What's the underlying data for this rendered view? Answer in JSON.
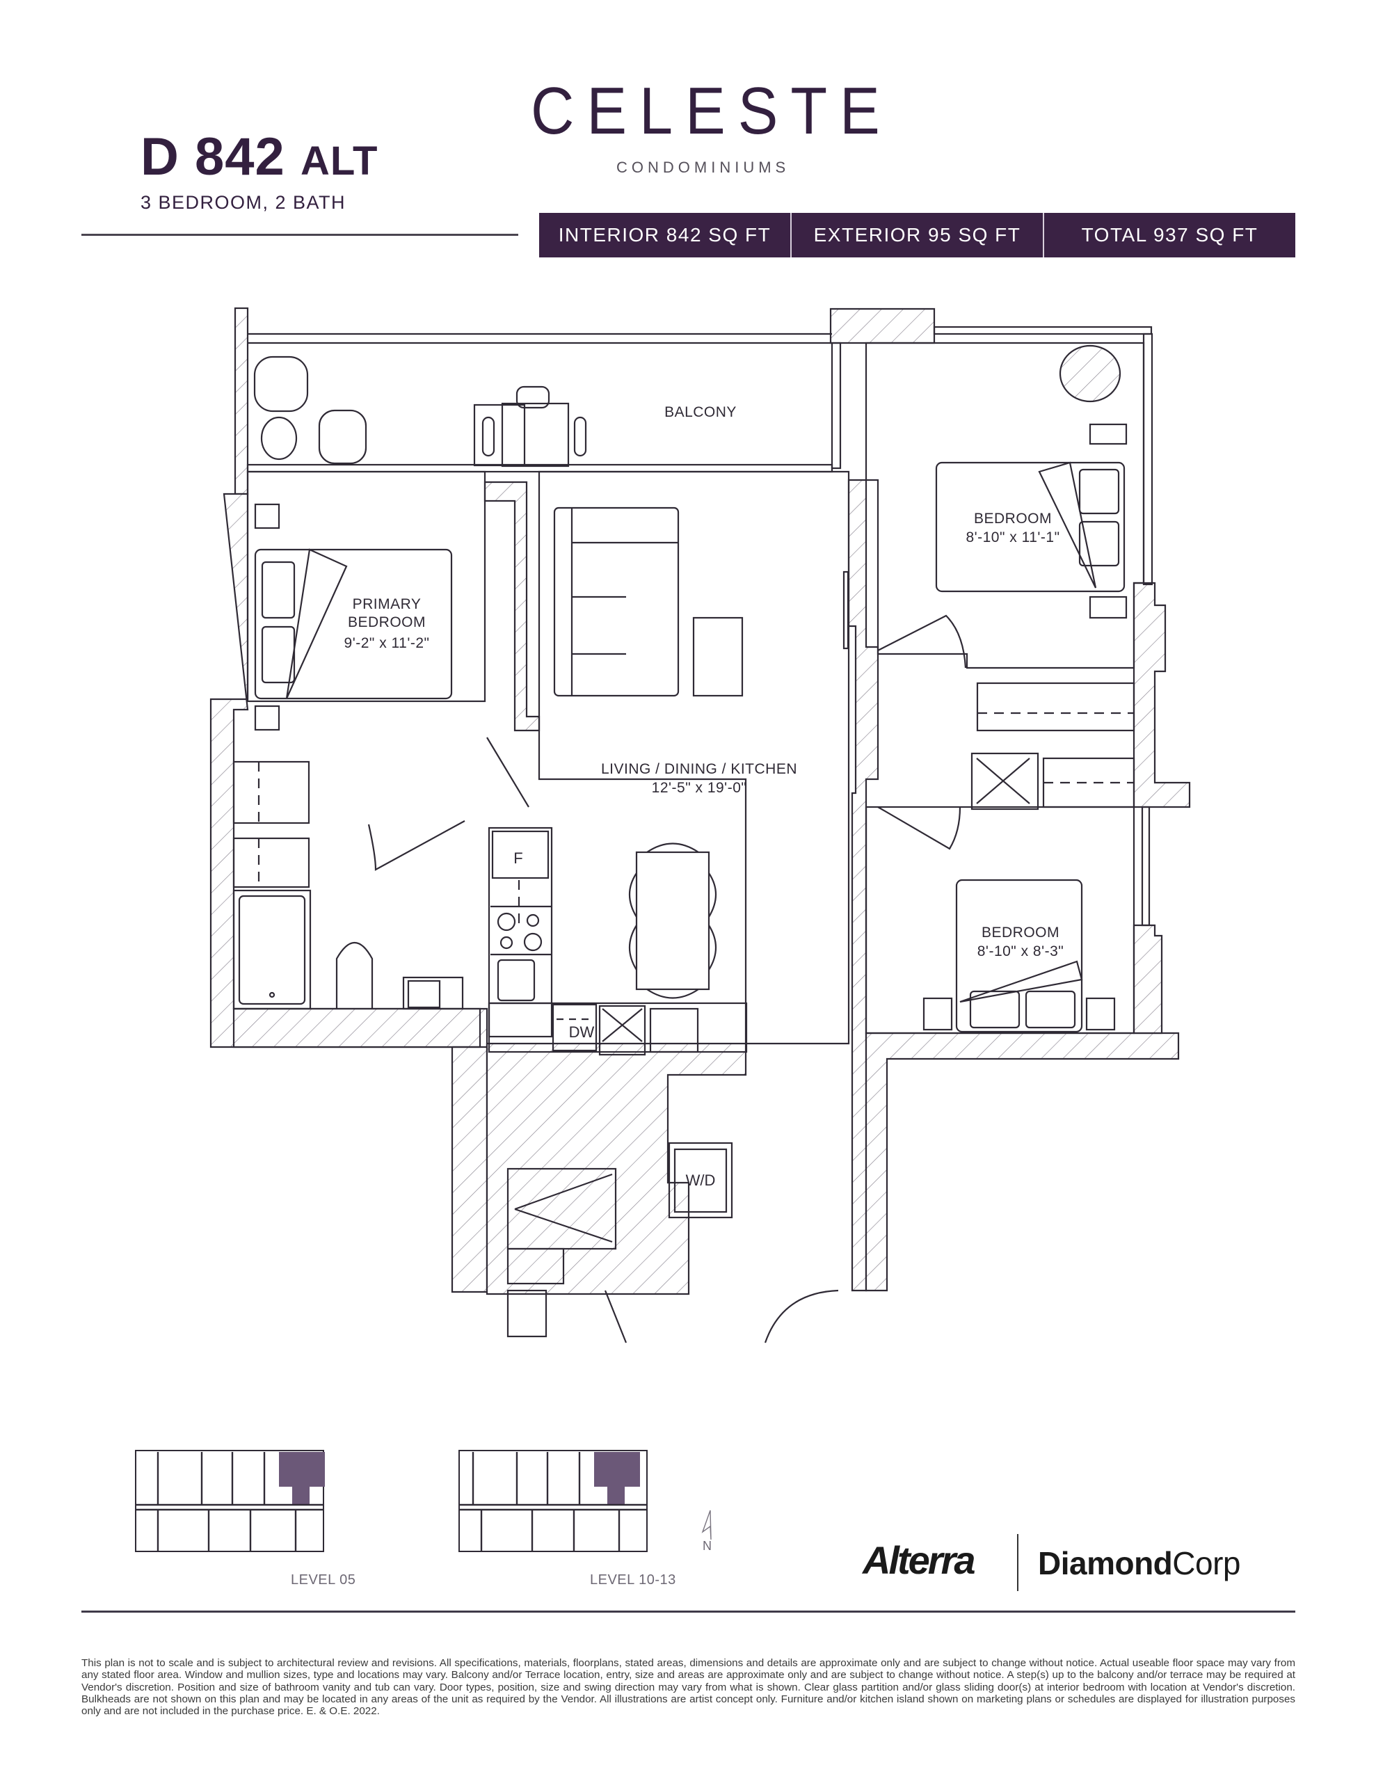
{
  "header": {
    "unit_code": "D 842",
    "unit_suffix": "ALT",
    "unit_type": "3 BEDROOM,  2 BATH",
    "brand_name": "CELESTE",
    "brand_sub": "CONDOMINIUMS",
    "areas": [
      {
        "label": "INTERIOR 842 SQ FT"
      },
      {
        "label": "EXTERIOR 95 SQ FT"
      },
      {
        "label": "TOTAL 937 SQ FT"
      }
    ],
    "accent_color": "#3a2244"
  },
  "floorplan": {
    "rooms": [
      {
        "name": "BALCONY",
        "dims": ""
      },
      {
        "name": "PRIMARY\nBEDROOM",
        "dims": "9'-2\" x 11'-2\""
      },
      {
        "name": "BEDROOM",
        "dims": "8'-10\" x 11'-1\""
      },
      {
        "name": "LIVING / DINING / KITCHEN",
        "dims": "12'-5\" x 19'-0\""
      },
      {
        "name": "BEDROOM",
        "dims": "8'-10\" x 8'-3\""
      }
    ],
    "appliances": {
      "fridge": "F",
      "dishwasher": "DW",
      "washer_dryer": "W/D"
    }
  },
  "keyplans": [
    {
      "label": "LEVEL 05"
    },
    {
      "label": "LEVEL 10-13"
    }
  ],
  "north_label": "N",
  "logos": {
    "alterra": "Alterra",
    "diamond_bold": "Diamond",
    "diamond_light": "Corp"
  },
  "disclaimer": "This plan is not to scale and is subject to architectural review and revisions. All specifications, materials, floorplans, stated areas, dimensions and details are approximate only and are subject to change without notice. Actual useable floor space may vary from any stated floor area. Window and mullion sizes, type and locations may vary. Balcony and/or Terrace location, entry, size and areas are approximate only and are subject to change without notice.  A step(s) up to the balcony and/or terrace may be required at Vendor's discretion.  Position and size of bathroom vanity and tub can vary.  Door types, position, size and swing direction may vary from what is shown. Clear glass partition and/or glass sliding door(s) at interior bedroom with location at Vendor's discretion. Bulkheads are not shown on this plan and may be located in any areas of the unit as required by the Vendor. All illustrations are artist concept only. Furniture and/or kitchen island shown on marketing plans or schedules are displayed for illustration purposes only and are not included in the purchase price. E. & O.E. 2022."
}
